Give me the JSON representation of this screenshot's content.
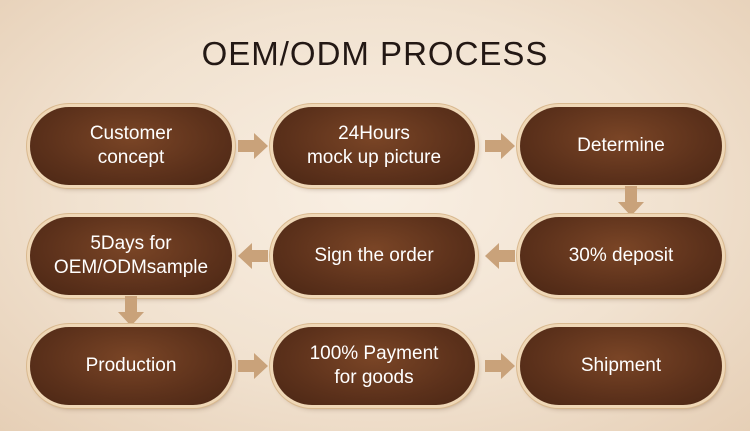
{
  "title": "OEM/ODM PROCESS",
  "colors": {
    "pill_fill": "#5c311b",
    "pill_border": "#efd7b6",
    "arrow": "#c9a27a",
    "background": "#f4e6d6",
    "title_text": "#231814"
  },
  "steps": [
    {
      "label": "Customer\nconcept"
    },
    {
      "label": "24Hours\nmock up picture"
    },
    {
      "label": "Determine"
    },
    {
      "label": "30% deposit"
    },
    {
      "label": "Sign the order"
    },
    {
      "label": "5Days for\nOEM/ODMsample"
    },
    {
      "label": "Production"
    },
    {
      "label": "100% Payment\nfor goods"
    },
    {
      "label": "Shipment"
    }
  ],
  "arrows": [
    {
      "direction": "right",
      "icon": "arrow-right-icon"
    },
    {
      "direction": "right",
      "icon": "arrow-right-icon"
    },
    {
      "direction": "down",
      "icon": "arrow-down-icon"
    },
    {
      "direction": "left",
      "icon": "arrow-left-icon"
    },
    {
      "direction": "left",
      "icon": "arrow-left-icon"
    },
    {
      "direction": "down",
      "icon": "arrow-down-icon"
    },
    {
      "direction": "right",
      "icon": "arrow-right-icon"
    },
    {
      "direction": "right",
      "icon": "arrow-right-icon"
    }
  ]
}
